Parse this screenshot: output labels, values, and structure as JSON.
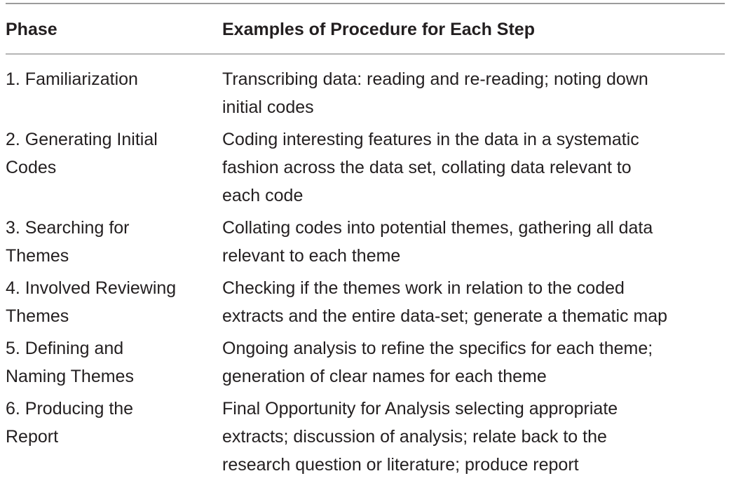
{
  "table": {
    "headers": {
      "phase": "Phase",
      "procedure": "Examples of Procedure for Each Step"
    },
    "rows": [
      {
        "phase": [
          "1. Familiarization"
        ],
        "procedure": [
          "Transcribing data: reading and re-reading; noting down",
          "initial codes"
        ]
      },
      {
        "phase": [
          "2. Generating Initial",
          "Codes"
        ],
        "procedure": [
          "Coding interesting features in the data in a systematic",
          "fashion across the data set, collating data relevant to",
          "each code"
        ]
      },
      {
        "phase": [
          "3. Searching for",
          "Themes"
        ],
        "procedure": [
          "Collating codes into potential themes, gathering all data",
          "relevant to each theme"
        ]
      },
      {
        "phase": [
          "4. Involved Reviewing",
          "Themes"
        ],
        "procedure": [
          "Checking if the themes work in relation to the coded",
          "extracts and the entire data-set; generate a thematic map"
        ]
      },
      {
        "phase": [
          "5. Defining and",
          "Naming Themes"
        ],
        "procedure": [
          "Ongoing analysis to refine the specifics for each theme;",
          "generation of clear names for each theme"
        ]
      },
      {
        "phase": [
          "6. Producing the",
          "Report"
        ],
        "procedure": [
          "Final Opportunity for Analysis selecting appropriate",
          "extracts; discussion of analysis; relate back to the",
          "research question or literature; produce report"
        ]
      }
    ]
  }
}
